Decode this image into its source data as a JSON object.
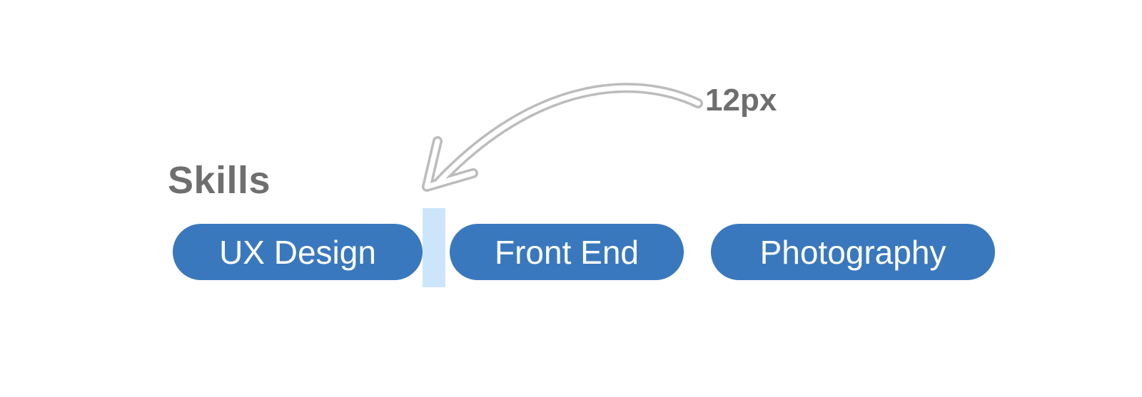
{
  "colors": {
    "canvas_bg": "#ffffff",
    "chip_bg": "#3a78be",
    "chip_text": "#ffffff",
    "highlight": "#cbe6fa",
    "arrow": "#bcbcbc",
    "heading_text": "#6f6f6f",
    "label_text": "#6e6e6e"
  },
  "skills_section": {
    "heading": "Skills",
    "chips": [
      {
        "label": "UX Design"
      },
      {
        "label": "Front End"
      },
      {
        "label": "Photography"
      }
    ]
  },
  "annotation": {
    "gap_label": "12px"
  }
}
